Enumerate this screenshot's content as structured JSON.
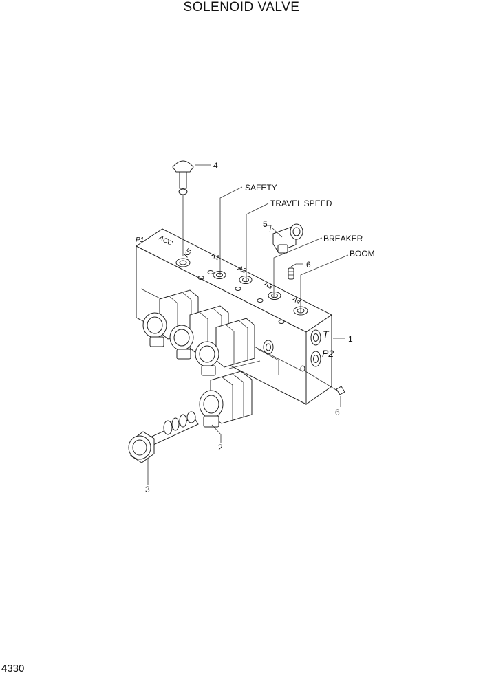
{
  "title": "SOLENOID VALVE",
  "page_number": "4330",
  "callouts": {
    "item_1": "1",
    "item_2": "2",
    "item_3": "3",
    "item_4": "4",
    "item_5": "5",
    "item_6_top": "6",
    "item_6_bottom": "6",
    "safety": "SAFETY",
    "travel_speed": "TRAVEL SPEED",
    "breaker": "BREAKER",
    "boom": "BOOM"
  },
  "ports": {
    "p1": "P1",
    "acc": "ACC",
    "k5": "K5",
    "a1": "A1",
    "a2": "A2",
    "a3": "A3",
    "a4": "A4",
    "t": "T",
    "p2": "P2"
  }
}
